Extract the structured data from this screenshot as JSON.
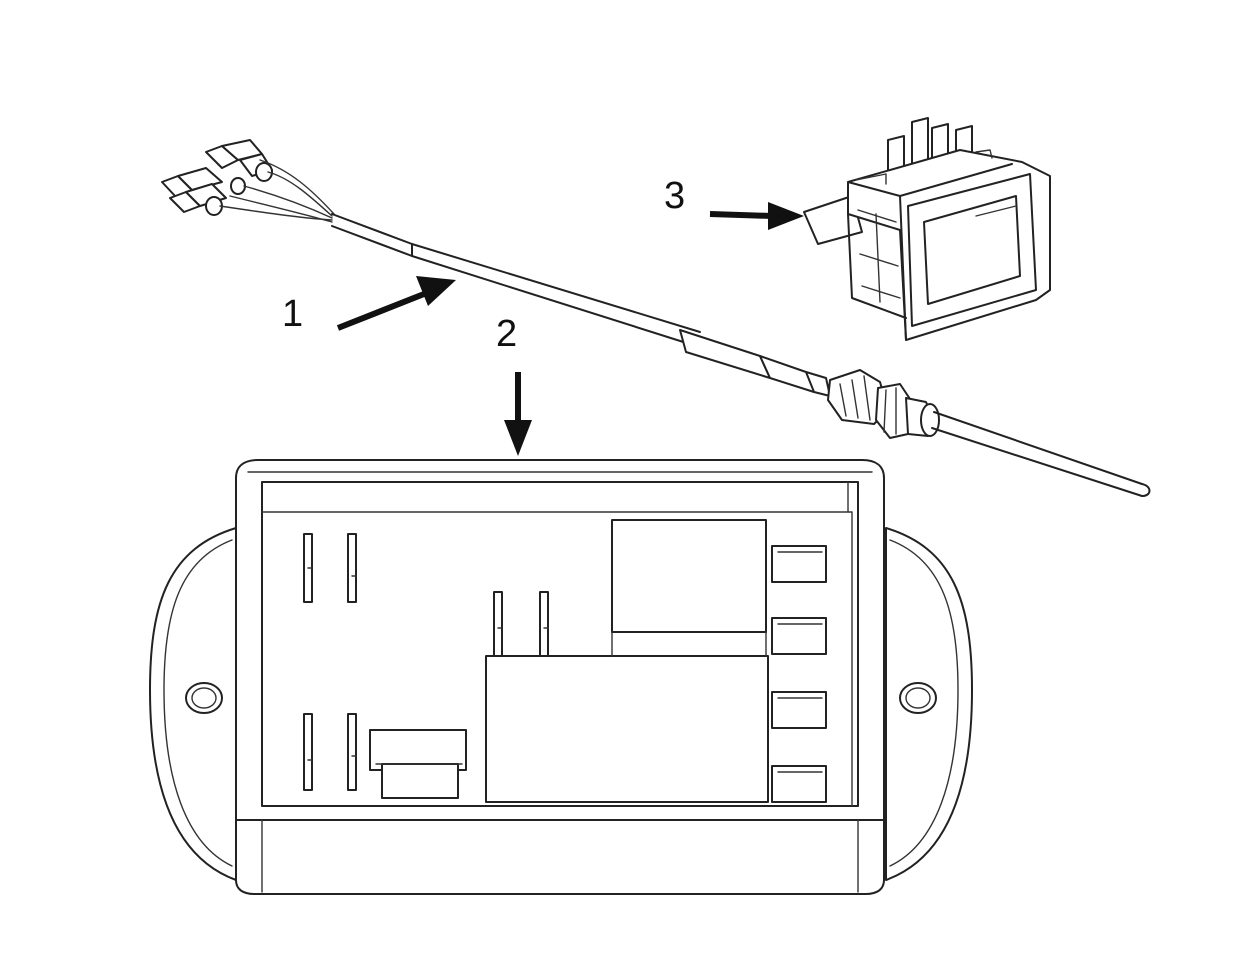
{
  "callouts": [
    {
      "id": "1",
      "label": "1"
    },
    {
      "id": "2",
      "label": "2"
    },
    {
      "id": "3",
      "label": "3"
    }
  ],
  "colors": {
    "line": "#222222",
    "background": "#ffffff"
  }
}
